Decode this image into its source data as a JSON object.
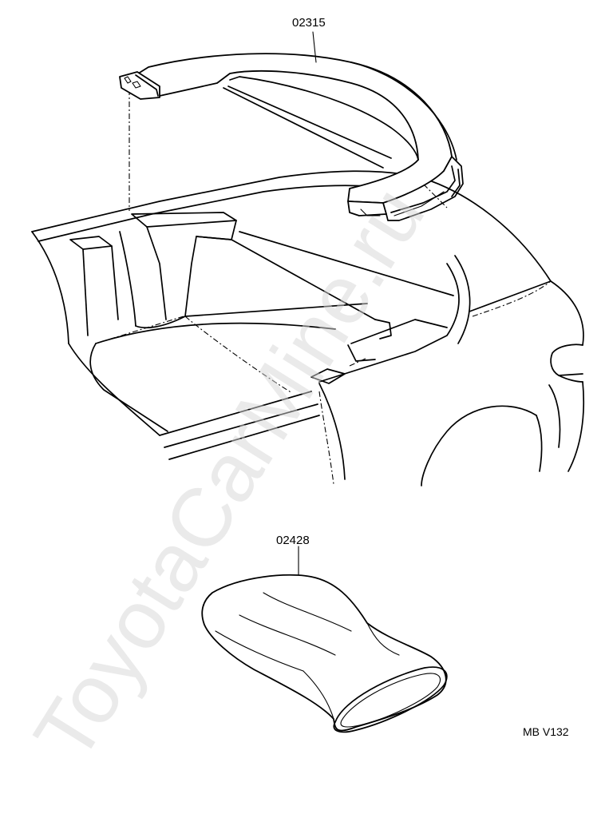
{
  "parts": {
    "top_part": {
      "number": "02315"
    },
    "bottom_part": {
      "number": "02428"
    }
  },
  "figure_code": "MB V132",
  "watermark": "ToyotaCarMine.ru"
}
